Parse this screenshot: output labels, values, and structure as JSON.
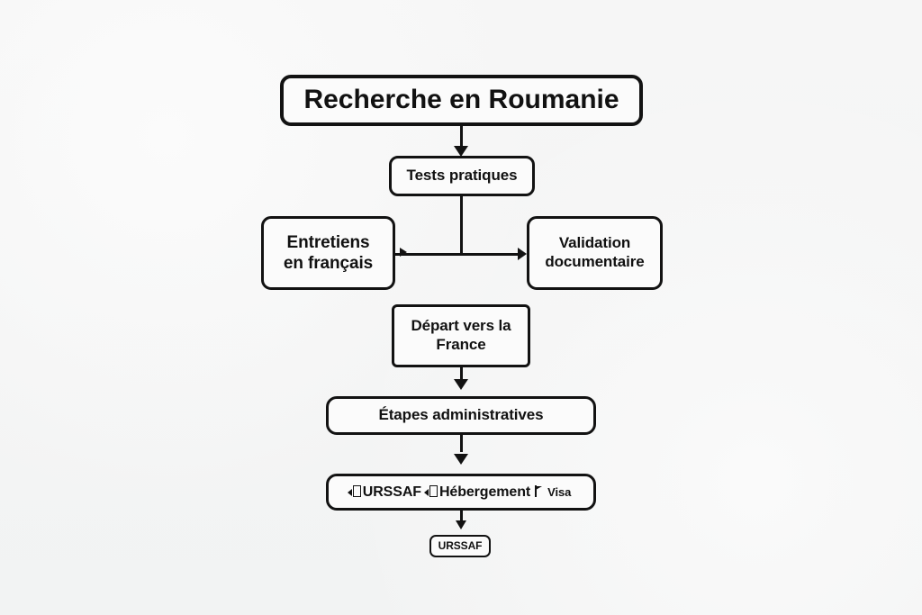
{
  "diagram": {
    "background_color": "#f4f5f5",
    "stroke_color": "#121212",
    "node_fill_color": "#fbfbfb",
    "language": "fr",
    "nodes": {
      "title": "Recherche en Roumanie",
      "tests": "Tests pratiques",
      "entretiens_line1": "Entretiens",
      "entretiens_line2": "en français",
      "validation_line1": "Validation",
      "validation_line2": "documentaire",
      "depart_line1": "Départ vers la",
      "depart_line2": "France",
      "etapes": "Étapes administratives",
      "documents": {
        "item1": "URSSAF",
        "item2": "Hébergement",
        "item3": "Visa",
        "glyph1": "missing-glyph-box-icon",
        "glyph2": "missing-glyph-box-icon",
        "glyph3": "flag-icon"
      },
      "urssaf_badge": "URSSAF"
    },
    "edges": [
      {
        "from": "title",
        "to": "tests",
        "type": "arrow-down"
      },
      {
        "from": "tests",
        "to": "junction",
        "type": "line-down"
      },
      {
        "from": "entretiens",
        "to": "validation",
        "type": "arrow-right"
      },
      {
        "from": "junction",
        "to": "validation",
        "type": "arrow-right"
      },
      {
        "from": "depart",
        "to": "etapes",
        "type": "arrow-down"
      },
      {
        "from": "etapes",
        "to": "documents",
        "type": "arrow-down"
      },
      {
        "from": "documents",
        "to": "urssaf_badge",
        "type": "arrow-down"
      }
    ]
  }
}
